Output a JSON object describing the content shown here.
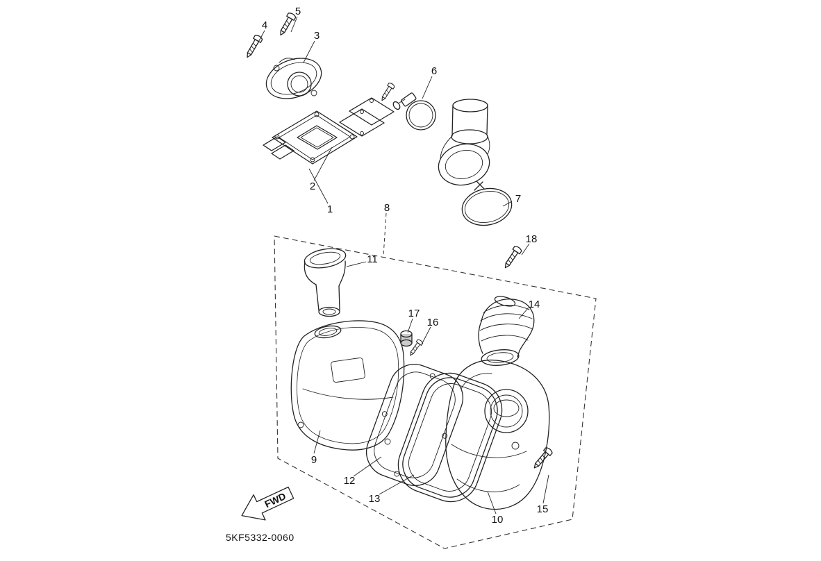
{
  "diagram": {
    "code": "5KF5332-0060",
    "fwd_label": "FWD",
    "callouts": {
      "c1": "1",
      "c2": "2",
      "c3": "3",
      "c4": "4",
      "c5": "5",
      "c6": "6",
      "c7": "7",
      "c8": "8",
      "c9": "9",
      "c10": "10",
      "c11": "11",
      "c12": "12",
      "c13": "13",
      "c14": "14",
      "c15": "15",
      "c16": "16",
      "c17": "17",
      "c18": "18"
    }
  }
}
